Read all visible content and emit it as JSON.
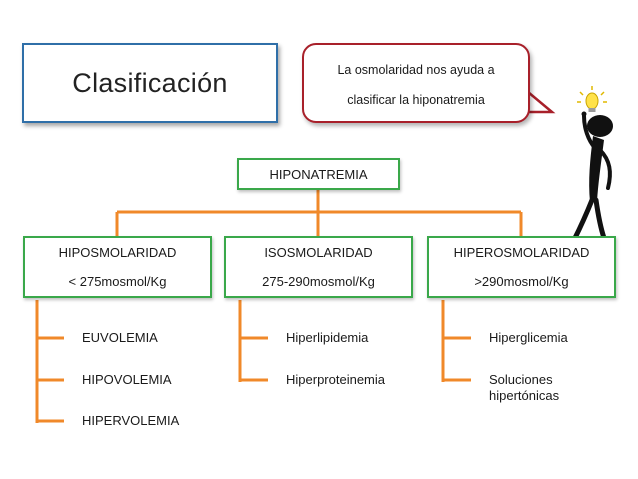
{
  "title": "Clasificación",
  "bubble": {
    "line1": "La osmolaridad nos ayuda a",
    "line2": "clasificar la hiponatremia"
  },
  "root": "HIPONATREMIA",
  "branches": [
    {
      "label": "HIPOSMOLARIDAD",
      "range": "< 275mosmol/Kg",
      "items": [
        "EUVOLEMIA",
        "HIPOVOLEMIA",
        "HIPERVOLEMIA"
      ]
    },
    {
      "label": "ISOSMOLARIDAD",
      "range": "275-290mosmol/Kg",
      "items": [
        "Hiperlipidemia",
        "Hiperproteinemia"
      ]
    },
    {
      "label": "HIPEROSMOLARIDAD",
      "range": ">290mosmol/Kg",
      "items": [
        "Hiperglicemia",
        "Soluciones hipertónicas"
      ]
    }
  ],
  "colors": {
    "connector": "#f0892a",
    "node_border": "#3aa84a",
    "title_border": "#2f6fa8",
    "bubble_border": "#a8202a"
  },
  "icons": [
    "stick-figure-icon",
    "lightbulb-icon"
  ]
}
